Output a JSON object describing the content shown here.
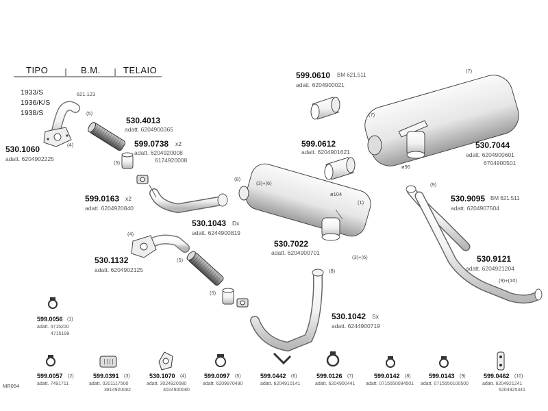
{
  "header": {
    "tipo": "TIPO",
    "bm": "B.M.",
    "telaio": "TELAIO"
  },
  "models": [
    "1933/S",
    "1936/K/S",
    "1938/S"
  ],
  "top_ref": "621.123",
  "parts": {
    "p530_4013": {
      "code": "530.4013",
      "adatt": "adatt. 6204900365"
    },
    "p599_0738": {
      "code": "599.0738",
      "qty": "x2",
      "adatt": "adatt. 6204920008",
      "adatt2": "6174920008"
    },
    "p530_1060": {
      "code": "530.1060",
      "adatt": "adatt. 6204902225"
    },
    "p599_0163": {
      "code": "599.0163",
      "qty": "x2",
      "adatt": "adatt. 6204920840"
    },
    "p530_1043": {
      "code": "530.1043",
      "side": "Dx",
      "adatt": "adatt. 6244900819"
    },
    "p530_1132": {
      "code": "530.1132",
      "adatt": "adatt. 6204902125"
    },
    "p599_0610": {
      "code": "599.0610",
      "bm": "BM  621.511",
      "adatt": "adatt. 6204900021"
    },
    "p599_0612": {
      "code": "599.0612",
      "adatt": "adatt. 6204901621"
    },
    "p530_7044": {
      "code": "530.7044",
      "adatt": "adatt. 6204900601",
      "adatt2": "6704900501"
    },
    "p530_9095": {
      "code": "530.9095",
      "bm": "BM  621.511",
      "adatt": "adatt. 6204907504"
    },
    "p530_7022": {
      "code": "530.7022",
      "adatt": "adatt. 6204900701"
    },
    "p530_9121": {
      "code": "530.9121",
      "adatt": "adatt. 6204921204"
    },
    "p530_1042": {
      "code": "530.1042",
      "side": "Sx",
      "adatt": "adatt. 6244900719"
    },
    "p599_0056": {
      "code": "599.0056",
      "num": "(1)",
      "adatt": "adatt. 4715200",
      "adatt2": "4715199"
    }
  },
  "callouts": {
    "c4a": "(4)",
    "c5a": "(5)",
    "c5b": "(5)",
    "c4b": "(4)",
    "c5c": "(5)",
    "c5d": "(5)",
    "c8a": "(8)",
    "c3p6a": "(3)+(6)",
    "c104": "ø104",
    "c1": "(1)",
    "c3p6b": "(3)+(6)",
    "c8b": "(8)",
    "c7a": "(7)",
    "c7b": "(7)",
    "c96": "ø96",
    "c9": "(9)",
    "c9p10": "(9)+(10)"
  },
  "bottom": [
    {
      "code": "599.0057",
      "num": "(2)",
      "adatt": "adatt. 7491711",
      "adatt2": ""
    },
    {
      "code": "599.0391",
      "num": "(3)",
      "adatt": "adatt. 0201117500",
      "adatt2": "3814920082"
    },
    {
      "code": "530.1070",
      "num": "(4)",
      "adatt": "adatt. 3024920080",
      "adatt2": "3024900080"
    },
    {
      "code": "599.0097",
      "num": "(5)",
      "adatt": "adatt. 6209970490",
      "adatt2": ""
    },
    {
      "code": "599.0442",
      "num": "(6)",
      "adatt": "adatt. 6204910141",
      "adatt2": ""
    },
    {
      "code": "599.0126",
      "num": "(7)",
      "adatt": "adatt. 6204900441",
      "adatt2": ""
    },
    {
      "code": "599.0142",
      "num": "(8)",
      "adatt": "adatt. 0715550094501",
      "adatt2": ""
    },
    {
      "code": "599.0143",
      "num": "(9)",
      "adatt": "adatt. 0715550100500",
      "adatt2": ""
    },
    {
      "code": "599.0462",
      "num": "(10)",
      "adatt": "adatt. 6204921241",
      "adatt2": "6204925341"
    }
  ],
  "footer": "MR054"
}
